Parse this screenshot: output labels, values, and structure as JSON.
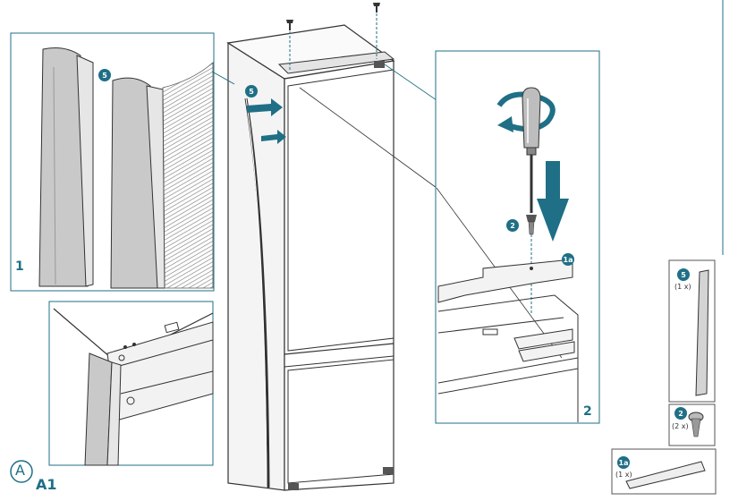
{
  "colors": {
    "accent": "#1f6f86",
    "line": "#2b2b2b",
    "panel_bg": "#ffffff"
  },
  "panels": {
    "p1_number": "1",
    "p2_number": "2"
  },
  "callouts": {
    "seal_main": "5",
    "seal_detail": "5",
    "screw": "2",
    "bracket": "1a"
  },
  "parts": [
    {
      "badge": "5",
      "qty": "(1 x)"
    },
    {
      "badge": "2",
      "qty": "(2 x)"
    },
    {
      "badge": "1a",
      "qty": "(1 x)"
    }
  ],
  "figure": {
    "circle_letter": "A",
    "code": "A1"
  },
  "icons": [
    "screw-icon",
    "screwdriver-icon",
    "rotate-arrow-icon",
    "down-arrow-icon",
    "push-arrow-icon"
  ]
}
